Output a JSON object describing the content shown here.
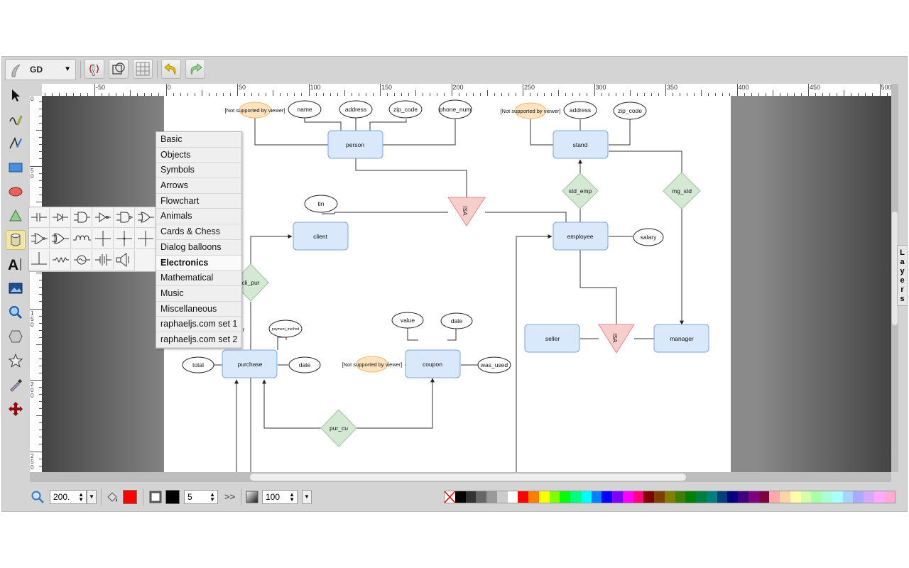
{
  "app": {
    "mode_label": "GD"
  },
  "ruler": {
    "h_ticks": [
      "-50",
      "0",
      "50",
      "100",
      "150",
      "200",
      "250",
      "300",
      "350",
      "400",
      "450",
      "500"
    ],
    "v_ticks": [
      "0",
      "50",
      "100",
      "150",
      "200",
      "250"
    ]
  },
  "layers_label": "Layers",
  "shape_library": {
    "categories": [
      "Basic",
      "Objects",
      "Symbols",
      "Arrows",
      "Flowchart",
      "Animals",
      "Cards & Chess",
      "Dialog balloons",
      "Electronics",
      "Mathematical",
      "Music",
      "Miscellaneous",
      "raphaeljs.com set 1",
      "raphaeljs.com set 2"
    ],
    "selected": "Electronics"
  },
  "bottom": {
    "zoom_value": "200.",
    "stroke_width": "5",
    "opacity": "100",
    "more_label": ">>",
    "fill_color": "#ff0000",
    "stroke_color": "#000000"
  },
  "palette": [
    "#000000",
    "#333333",
    "#666666",
    "#999999",
    "#cccccc",
    "#ffffff",
    "#ff0000",
    "#ff7f00",
    "#ffff00",
    "#7fff00",
    "#00ff00",
    "#00ff7f",
    "#00ffff",
    "#007fff",
    "#0000ff",
    "#7f00ff",
    "#ff00ff",
    "#ff007f",
    "#7f0000",
    "#7f3f00",
    "#7f7f00",
    "#3f7f00",
    "#007f00",
    "#007f3f",
    "#007f7f",
    "#003f7f",
    "#00007f",
    "#3f007f",
    "#7f007f",
    "#7f003f",
    "#ffaaaa",
    "#ffd4aa",
    "#ffffaa",
    "#d4ffaa",
    "#aaffaa",
    "#aaffd4",
    "#aaffff",
    "#aad4ff",
    "#aaaaff",
    "#d4aaff",
    "#ffaaff",
    "#ffaad4"
  ],
  "diagram": {
    "entities": {
      "person": "person",
      "stand": "stand",
      "client": "client",
      "employee": "employee",
      "seller": "seller",
      "manager": "manager",
      "purchase": "purchase",
      "coupon": "coupon"
    },
    "attributes": {
      "name": "name",
      "address_p": "address",
      "zip_p": "zip_code",
      "phone": "phone_num",
      "address_s": "address",
      "zip_s": "zip_code",
      "tin": "tin",
      "salary": "salary",
      "payment": "payment_method",
      "total": "total",
      "date_pur": "date",
      "value": "value",
      "date_cou": "date",
      "was_used": "was_used"
    },
    "unsupported": "[Not supported by viewer]",
    "relations": {
      "std_emp": "std_emp",
      "mg_std": "mg_std",
      "cli_pur": "cli_pur",
      "pur_cu": "pur_cu"
    },
    "isa": "ISA",
    "clipped_left_text": "r"
  }
}
